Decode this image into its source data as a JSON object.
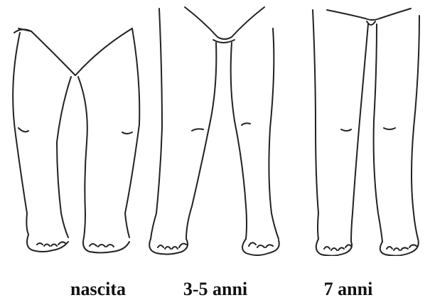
{
  "stages": [
    {
      "label": "nascita",
      "alignment": "bowed-legs"
    },
    {
      "label": "3-5 anni",
      "alignment": "knock-knees"
    },
    {
      "label": "7 anni",
      "alignment": "straight"
    }
  ]
}
